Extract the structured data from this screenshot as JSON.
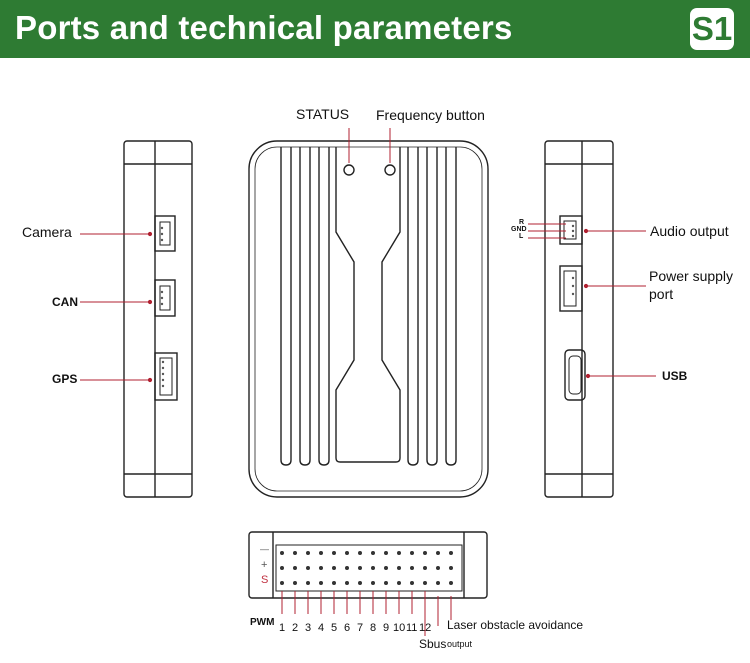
{
  "header": {
    "title": "Ports and technical parameters",
    "badge": "S1"
  },
  "labels": {
    "status": "STATUS",
    "frequency_button": "Frequency button",
    "camera": "Camera",
    "can": "CAN",
    "gps": "GPS",
    "audio_output": "Audio output",
    "audio_r": "R",
    "audio_gnd": "GND",
    "audio_l": "L",
    "power_supply_line1": "Power supply",
    "power_supply_line2": "port",
    "usb": "USB",
    "pwm": "PWM",
    "pin_minus": "—",
    "pin_plus": "+",
    "pin_s": "S",
    "laser": "Laser obstacle avoidance",
    "sbus": "Sbus",
    "sbus_output": "output"
  },
  "pwm_channels": [
    "1",
    "2",
    "3",
    "4",
    "5",
    "6",
    "7",
    "8",
    "9",
    "10",
    "11",
    "12"
  ],
  "colors": {
    "header_bg": "#2e7b33",
    "leader_line": "#b02030",
    "pin_s": "#c03040"
  }
}
